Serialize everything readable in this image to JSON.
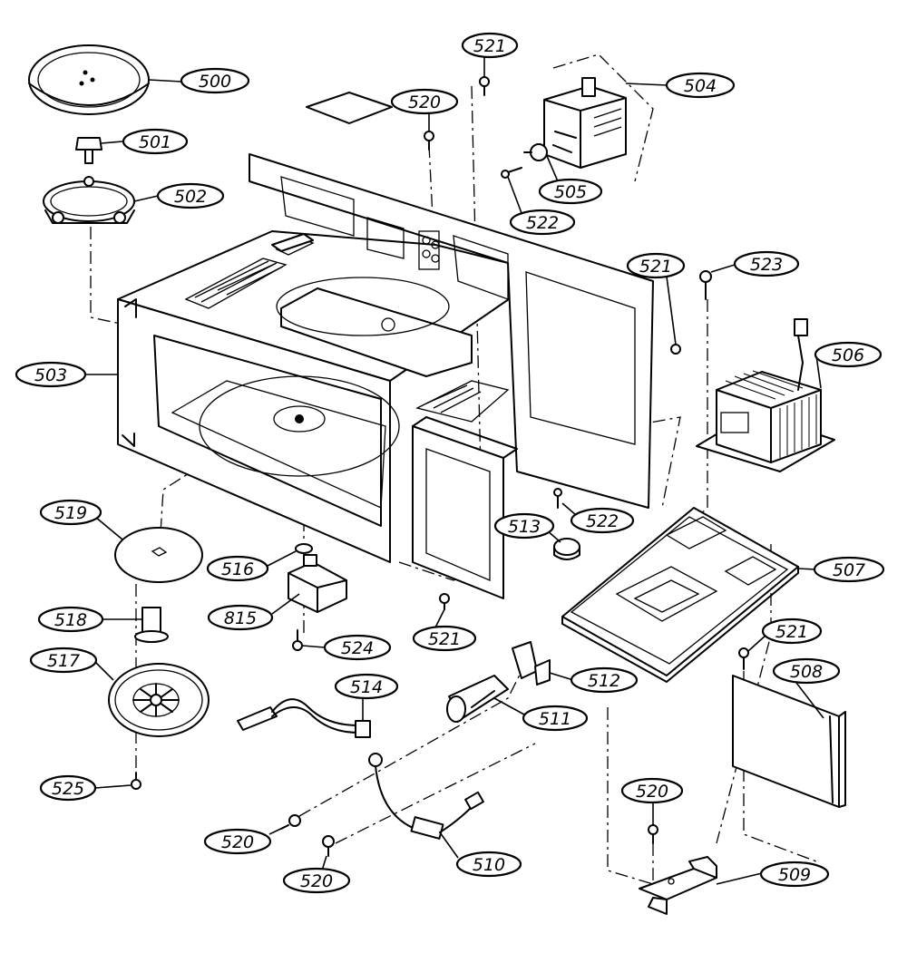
{
  "callouts": {
    "c500": "500",
    "c501": "501",
    "c502": "502",
    "c503": "503",
    "c504": "504",
    "c505": "505",
    "c506": "506",
    "c507": "507",
    "c508": "508",
    "c509": "509",
    "c510": "510",
    "c511": "511",
    "c512": "512",
    "c513": "513",
    "c514": "514",
    "c815": "815",
    "c516": "516",
    "c517": "517",
    "c518": "518",
    "c519": "519",
    "c520a": "520",
    "c520b": "520",
    "c520c": "520",
    "c520d": "520",
    "c521a": "521",
    "c521b": "521",
    "c521c": "521",
    "c521d": "521",
    "c522a": "522",
    "c522b": "522",
    "c523": "523",
    "c524": "524",
    "c525": "525"
  }
}
